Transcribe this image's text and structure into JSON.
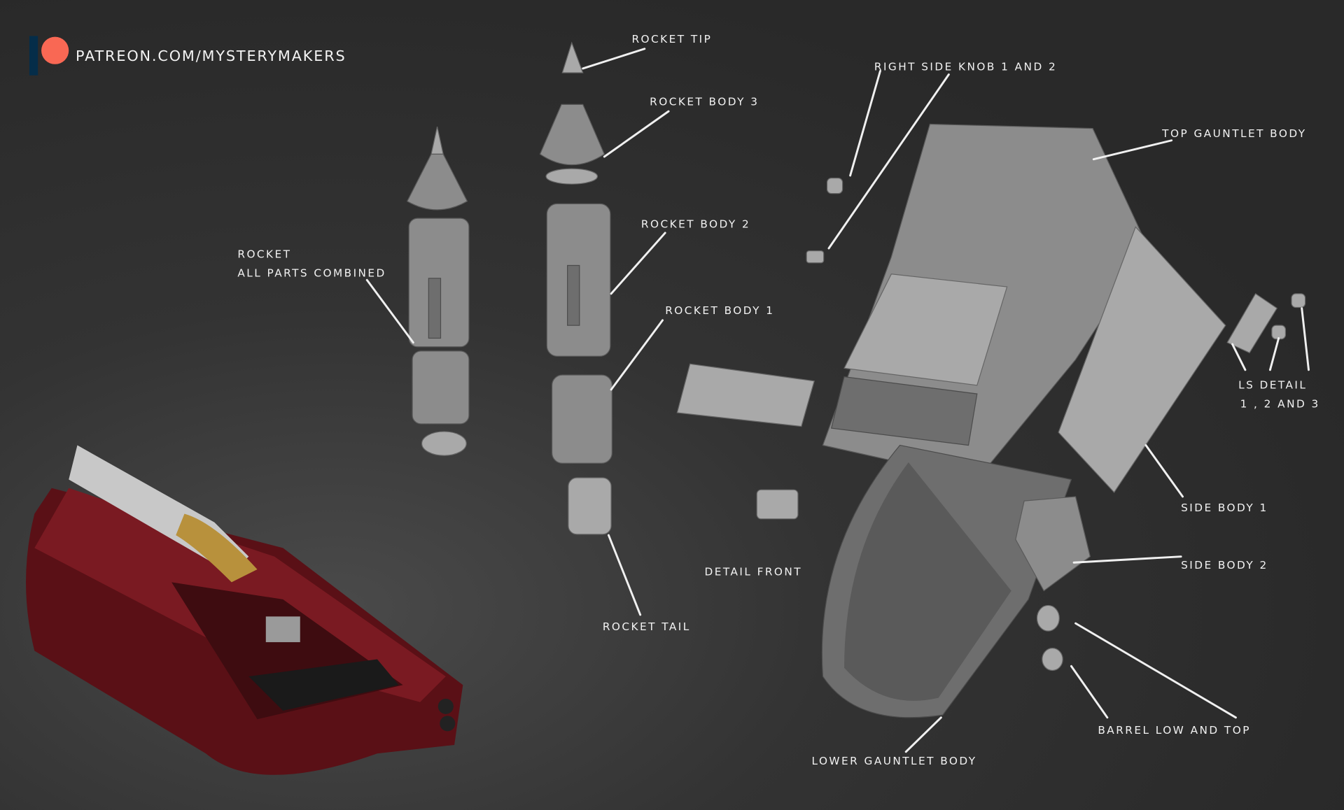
{
  "logo": {
    "text": "PATREON.COM/MYSTERYMAKERS",
    "brand_color": "#f96854",
    "bar_color": "#052d49"
  },
  "labels": {
    "rocket_tip": "Rocket tip",
    "right_side_knob": "Right side knob 1 and 2",
    "rocket_body_3": "Rocket body 3",
    "top_gauntlet_body": "Top gauntlet body",
    "rocket_body_2": "Rocket body 2",
    "rocket_combined_1": "Rocket",
    "rocket_combined_2": "All parts combined",
    "rocket_body_1": "Rocket body 1",
    "ls_detail_1": "LS detail",
    "ls_detail_2": "1 , 2 and 3",
    "side_body_1": "Side body 1",
    "side_body_2": "Side body 2",
    "detail_front": "Detail front",
    "rocket_tail": "Rocket tail",
    "barrel": "Barrel low and top",
    "lower_gauntlet_body": "Lower gauntlet body"
  }
}
